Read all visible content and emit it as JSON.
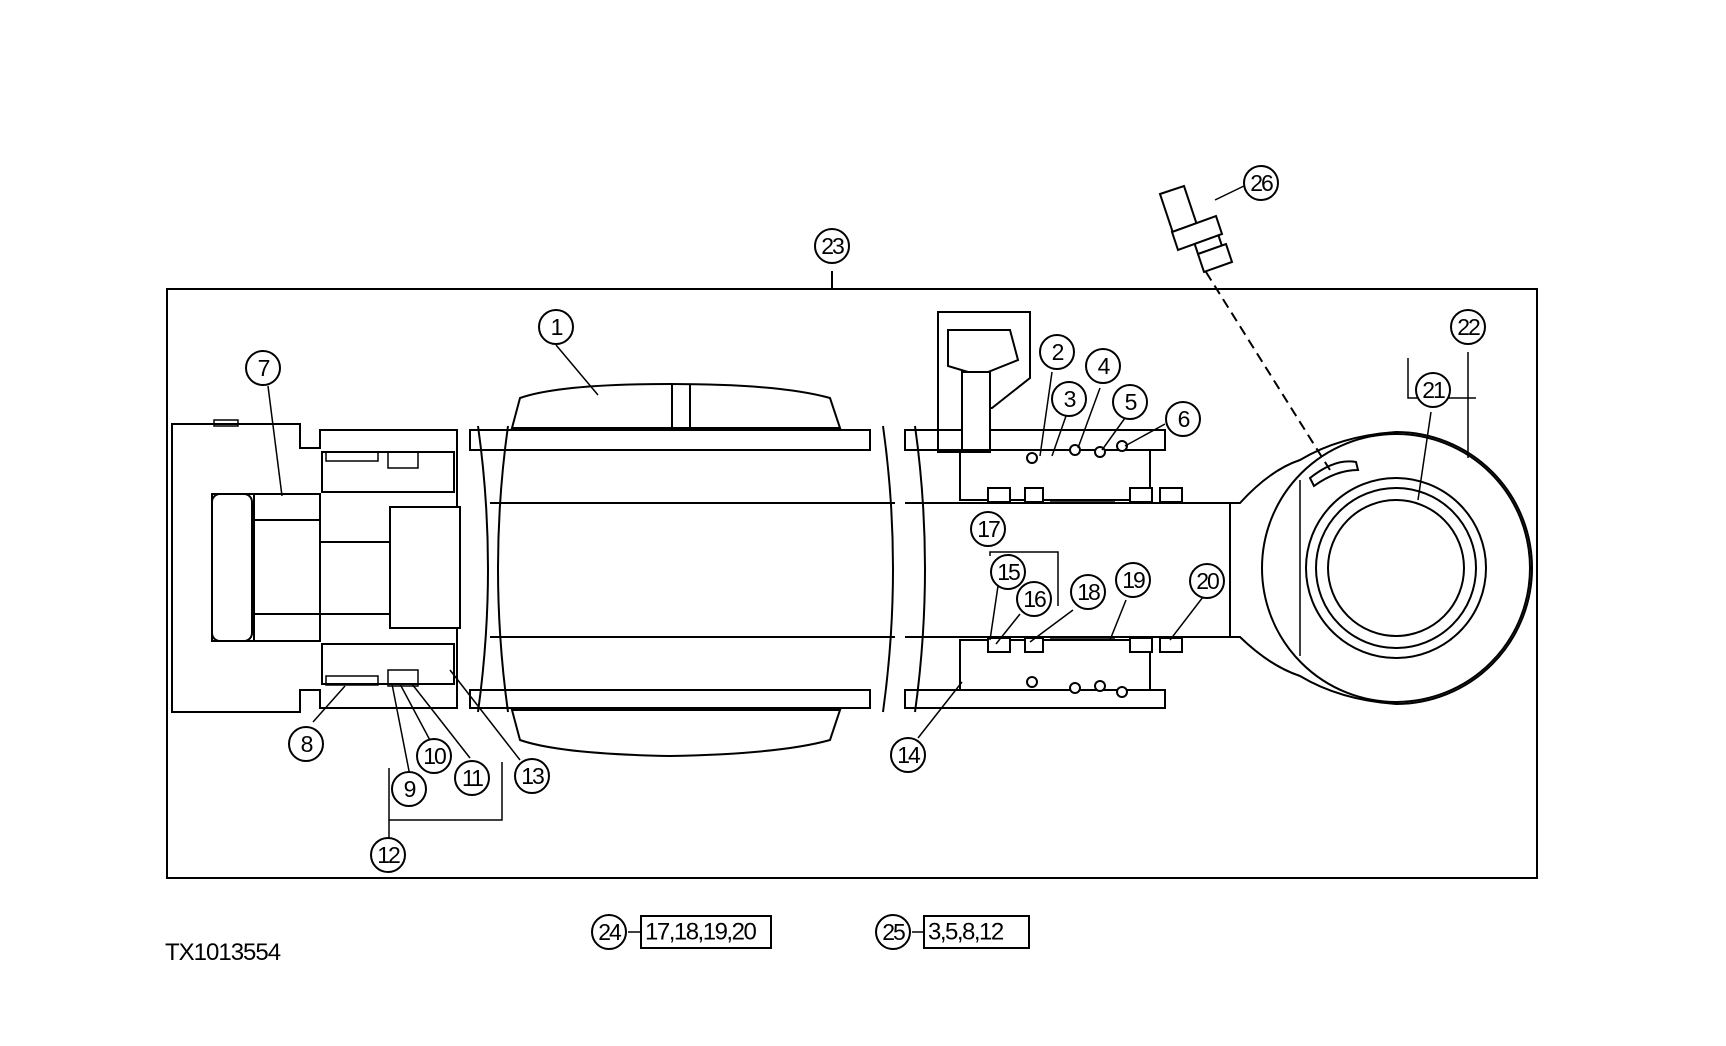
{
  "diagram": {
    "figure_id": "TX1013554",
    "callouts": [
      "1",
      "2",
      "3",
      "4",
      "5",
      "6",
      "7",
      "8",
      "9",
      "10",
      "11",
      "12",
      "13",
      "14",
      "15",
      "16",
      "17",
      "18",
      "19",
      "20",
      "21",
      "22",
      "23",
      "24",
      "25",
      "26"
    ],
    "kits": [
      {
        "callout": "24",
        "contents": "17,18,19,20"
      },
      {
        "callout": "25",
        "contents": "3,5,8,12"
      }
    ]
  }
}
